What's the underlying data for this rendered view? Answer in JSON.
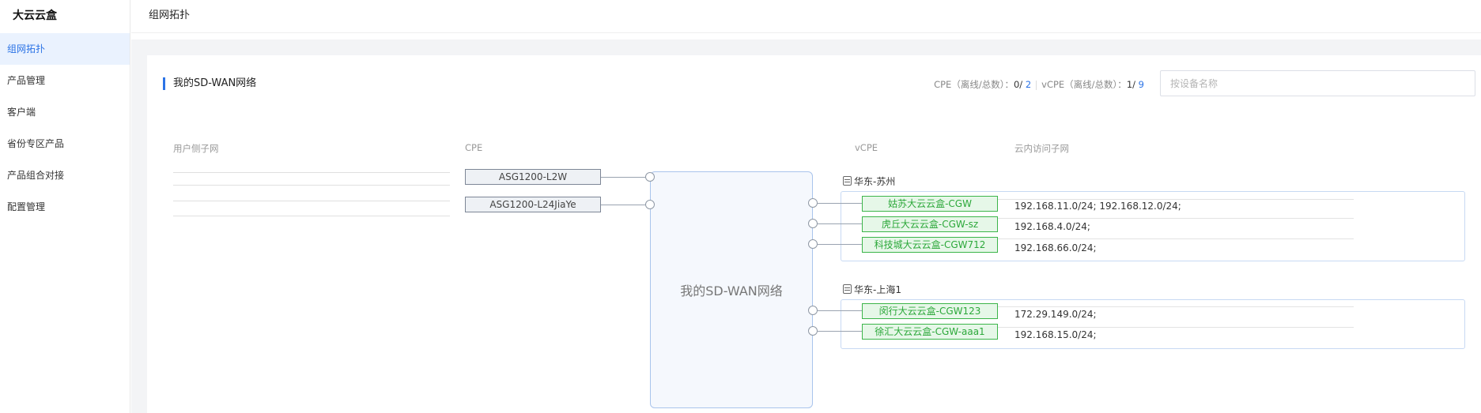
{
  "sidebar": {
    "brand": "大云云盒",
    "items": [
      {
        "label": "组网拓扑",
        "active": true
      },
      {
        "label": "产品管理",
        "active": false
      },
      {
        "label": "客户端",
        "active": false
      },
      {
        "label": "省份专区产品",
        "active": false
      },
      {
        "label": "产品组合对接",
        "active": false
      },
      {
        "label": "配置管理",
        "active": false
      }
    ]
  },
  "header": {
    "title": "组网拓扑"
  },
  "card": {
    "title": "我的SD-WAN网络",
    "stats": {
      "cpe_label": "CPE（离线/总数）：",
      "cpe_offline": "0",
      "cpe_total": "2",
      "vcpe_label": "vCPE（离线/总数）：",
      "vcpe_offline": "1",
      "vcpe_total": "9"
    },
    "search_placeholder": "按设备名称"
  },
  "topology": {
    "columns": {
      "user_subnet": "用户侧子网",
      "cpe": "CPE",
      "vcpe": "vCPE",
      "cloud_subnet": "云内访问子网"
    },
    "center_label": "我的SD-WAN网络",
    "cpes": [
      "ASG1200-L2W",
      "ASG1200-L24JiaYe"
    ],
    "regions": [
      {
        "name": "华东-苏州",
        "vcpes": [
          {
            "name": "姑苏大云云盒-CGW",
            "subnets": "192.168.11.0/24; 192.168.12.0/24;"
          },
          {
            "name": "虎丘大云云盒-CGW-sz",
            "subnets": "192.168.4.0/24;"
          },
          {
            "name": "科技城大云云盒-CGW712",
            "subnets": "192.168.66.0/24;"
          }
        ]
      },
      {
        "name": "华东-上海1",
        "vcpes": [
          {
            "name": "闵行大云云盒-CGW123",
            "subnets": "172.29.149.0/24;"
          },
          {
            "name": "徐汇大云云盒-CGW-aaa1",
            "subnets": "192.168.15.0/24;"
          }
        ]
      }
    ]
  },
  "colors": {
    "accent": "#2b73e6",
    "vcpe_green": "#2ca83a",
    "vcpe_bg": "#e6f7e8"
  }
}
